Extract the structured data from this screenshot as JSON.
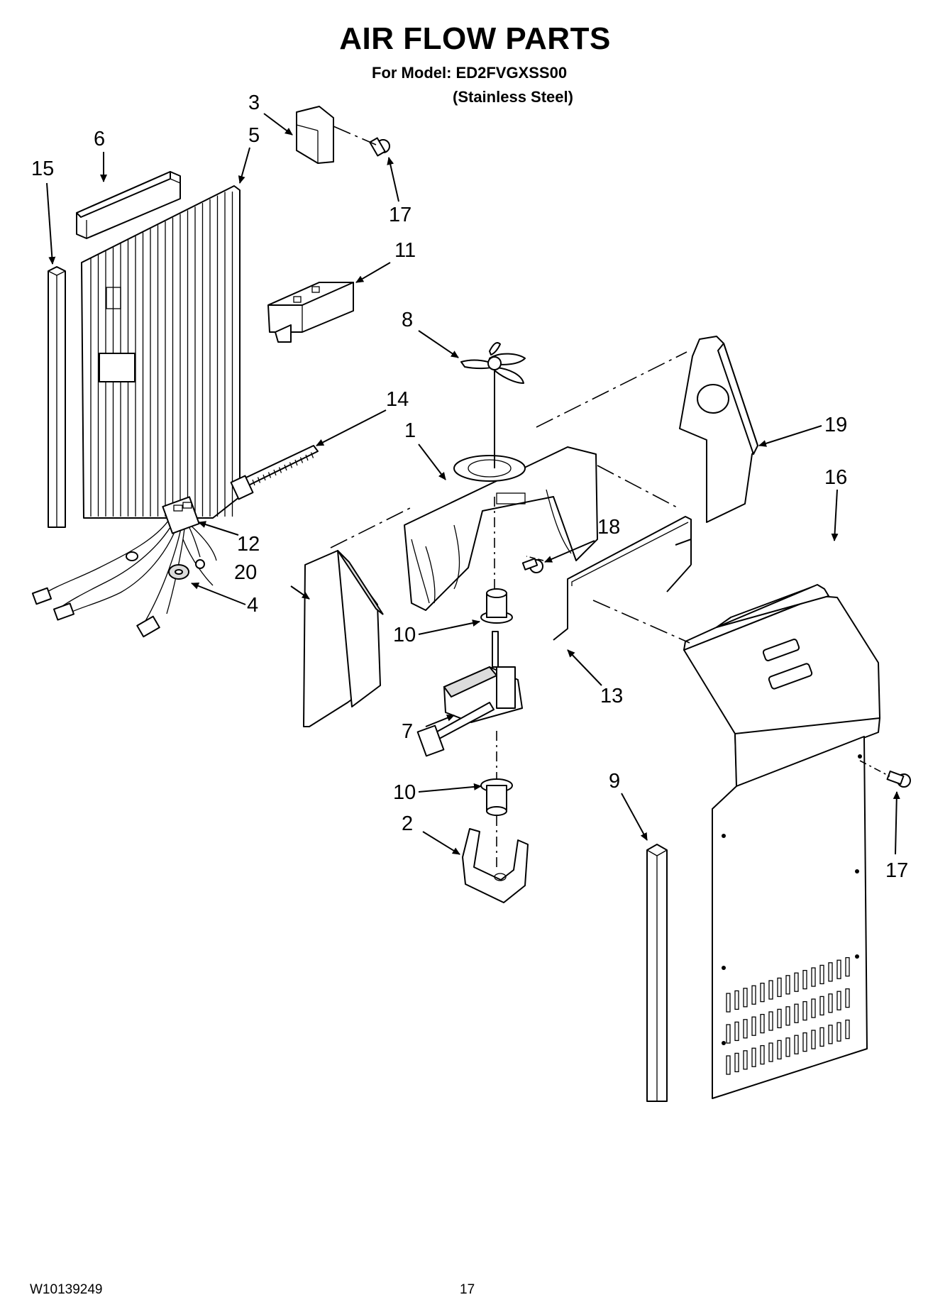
{
  "header": {
    "title": "AIR FLOW PARTS",
    "model_line": "For Model: ED2FVGXSS00",
    "finish_line": "(Stainless Steel)"
  },
  "footer": {
    "doc_number": "W10139249",
    "page_number": "17"
  },
  "callouts": [
    {
      "id": "c3",
      "label": "3"
    },
    {
      "id": "c6",
      "label": "6"
    },
    {
      "id": "c5",
      "label": "5"
    },
    {
      "id": "c15",
      "label": "15"
    },
    {
      "id": "c17a",
      "label": "17"
    },
    {
      "id": "c11",
      "label": "11"
    },
    {
      "id": "c8",
      "label": "8"
    },
    {
      "id": "c14",
      "label": "14"
    },
    {
      "id": "c1",
      "label": "1"
    },
    {
      "id": "c19",
      "label": "19"
    },
    {
      "id": "c16",
      "label": "16"
    },
    {
      "id": "c18",
      "label": "18"
    },
    {
      "id": "c12",
      "label": "12"
    },
    {
      "id": "c20",
      "label": "20"
    },
    {
      "id": "c4",
      "label": "4"
    },
    {
      "id": "c10a",
      "label": "10"
    },
    {
      "id": "c13",
      "label": "13"
    },
    {
      "id": "c7",
      "label": "7"
    },
    {
      "id": "c9",
      "label": "9"
    },
    {
      "id": "c10b",
      "label": "10"
    },
    {
      "id": "c2",
      "label": "2"
    },
    {
      "id": "c17b",
      "label": "17"
    }
  ]
}
